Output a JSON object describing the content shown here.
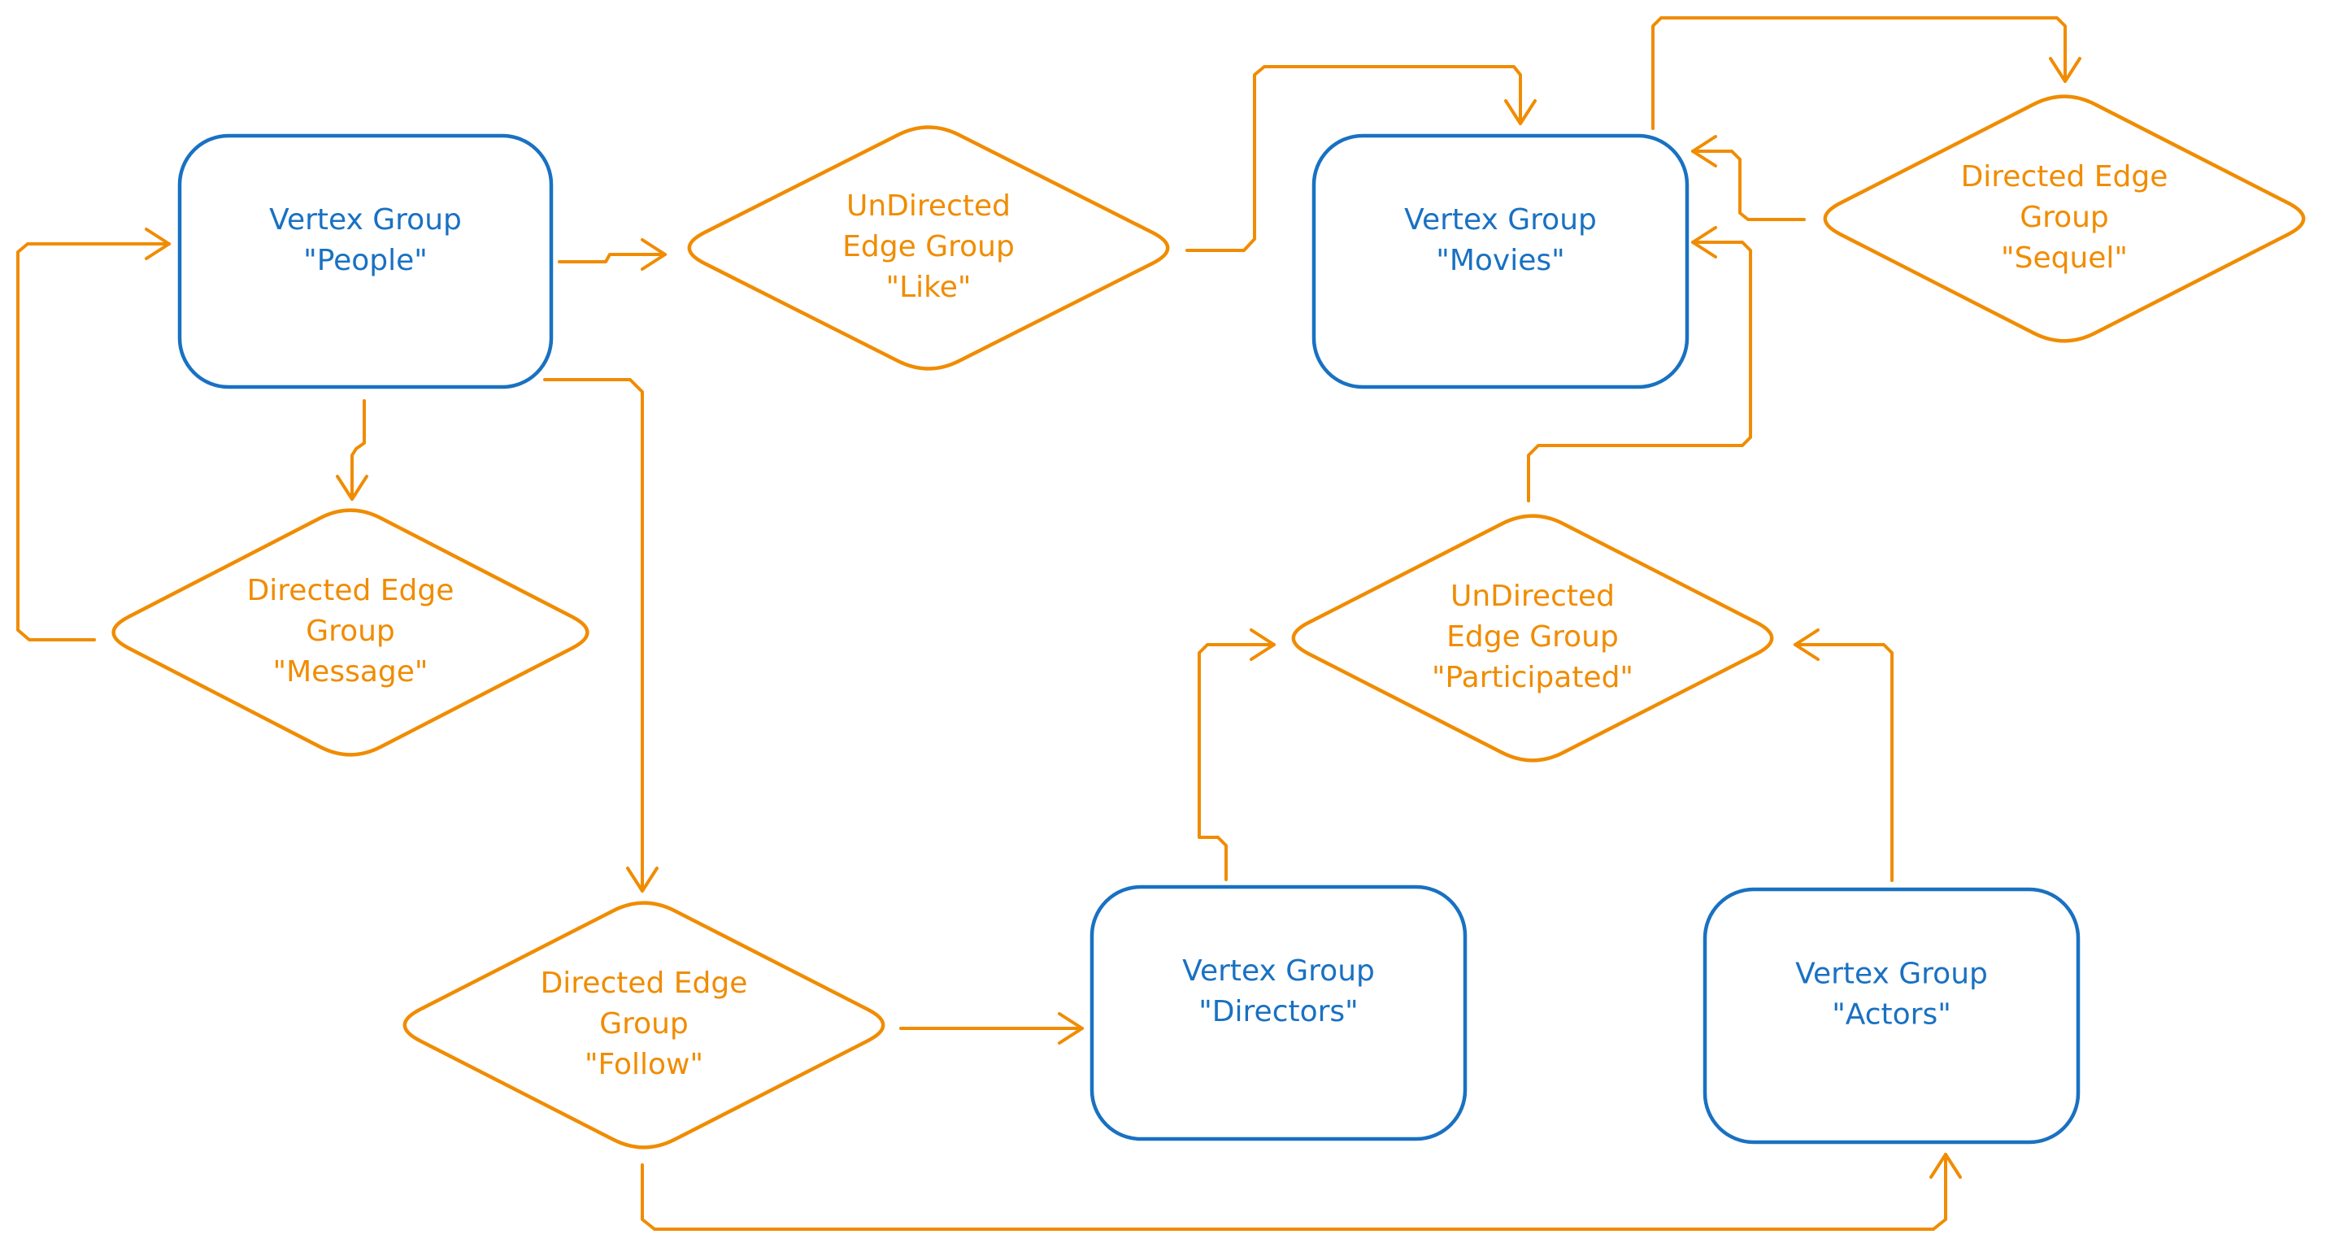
{
  "colors": {
    "vertex": "#1971c2",
    "edge": "#f08c00",
    "background": "#ffffff"
  },
  "vertices": [
    {
      "id": "people",
      "lines": [
        "Vertex Group",
        "\"People\""
      ]
    },
    {
      "id": "movies",
      "lines": [
        "Vertex Group",
        "\"Movies\""
      ]
    },
    {
      "id": "directors",
      "lines": [
        "Vertex Group",
        "\"Directors\""
      ]
    },
    {
      "id": "actors",
      "lines": [
        "Vertex Group",
        "\"Actors\""
      ]
    }
  ],
  "edge_groups": [
    {
      "id": "like",
      "lines": [
        "UnDirected",
        "Edge Group",
        "\"Like\""
      ]
    },
    {
      "id": "sequel",
      "lines": [
        "Directed Edge",
        "Group",
        "\"Sequel\""
      ]
    },
    {
      "id": "message",
      "lines": [
        "Directed Edge",
        "Group",
        "\"Message\""
      ]
    },
    {
      "id": "participated",
      "lines": [
        "UnDirected",
        "Edge Group",
        "\"Participated\""
      ]
    },
    {
      "id": "follow",
      "lines": [
        "Directed Edge",
        "Group",
        "\"Follow\""
      ]
    }
  ],
  "connections": [
    {
      "from": "people",
      "to": "like"
    },
    {
      "from": "like",
      "to": "movies"
    },
    {
      "from": "movies",
      "to": "sequel"
    },
    {
      "from": "sequel",
      "to": "movies"
    },
    {
      "from": "people",
      "to": "message"
    },
    {
      "from": "message",
      "to": "people"
    },
    {
      "from": "people",
      "to": "follow"
    },
    {
      "from": "follow",
      "to": "directors"
    },
    {
      "from": "follow",
      "to": "actors"
    },
    {
      "from": "directors",
      "to": "participated"
    },
    {
      "from": "actors",
      "to": "participated"
    },
    {
      "from": "participated",
      "to": "movies"
    }
  ]
}
